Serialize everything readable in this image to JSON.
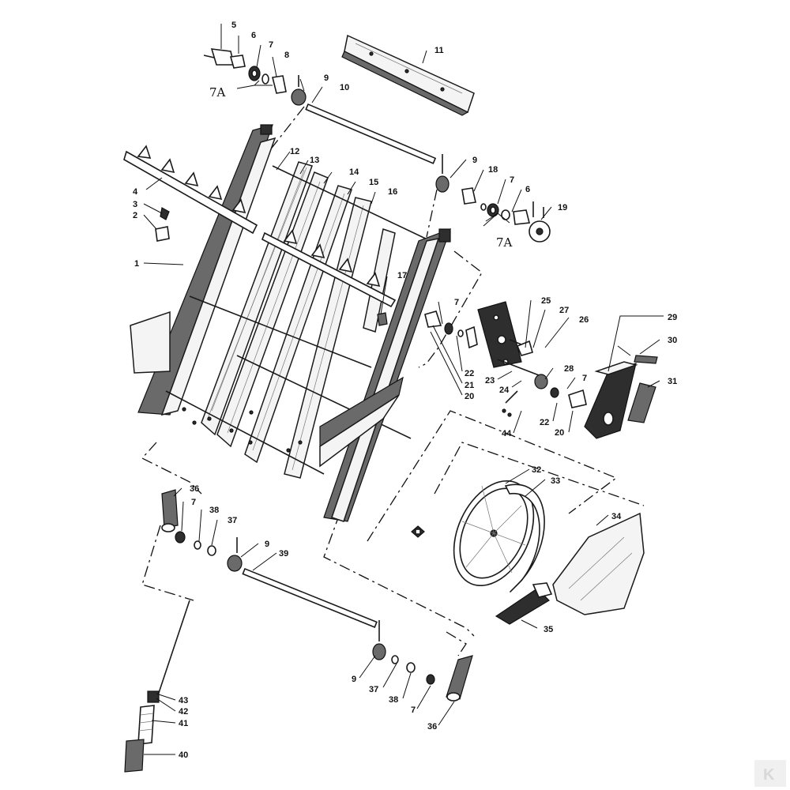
{
  "callouts": {
    "c1": "1",
    "c2": "2",
    "c3": "3",
    "c4": "4",
    "c5": "5",
    "c6a": "6",
    "c6b": "6",
    "c7a": "7",
    "c7b": "7",
    "c7c": "7",
    "c7d": "7",
    "c7e": "7",
    "c7f": "7",
    "c7A1": "7A",
    "c7A2": "7A",
    "c8": "8",
    "c9a": "9",
    "c9b": "9",
    "c9c": "9",
    "c9d": "9",
    "c10": "10",
    "c11": "11",
    "c12": "12",
    "c13": "13",
    "c14": "14",
    "c15": "15",
    "c16": "16",
    "c17": "17",
    "c18": "18",
    "c19": "19",
    "c20a": "20",
    "c20b": "20",
    "c21": "21",
    "c22a": "22",
    "c22b": "22",
    "c23": "23",
    "c24": "24",
    "c25": "25",
    "c26": "26",
    "c27": "27",
    "c28": "28",
    "c29": "29",
    "c30": "30",
    "c31": "31",
    "c32": "32",
    "c33": "33",
    "c34": "34",
    "c35": "35",
    "c36a": "36",
    "c36b": "36",
    "c37a": "37",
    "c37b": "37",
    "c38a": "38",
    "c38b": "38",
    "c39": "39",
    "c40": "40",
    "c41": "41",
    "c42": "42",
    "c43": "43",
    "c44": "44"
  },
  "brand": {
    "corner_logo": "K"
  },
  "icons": [
    "brand-emblem-icon",
    "corner-logo-icon"
  ]
}
